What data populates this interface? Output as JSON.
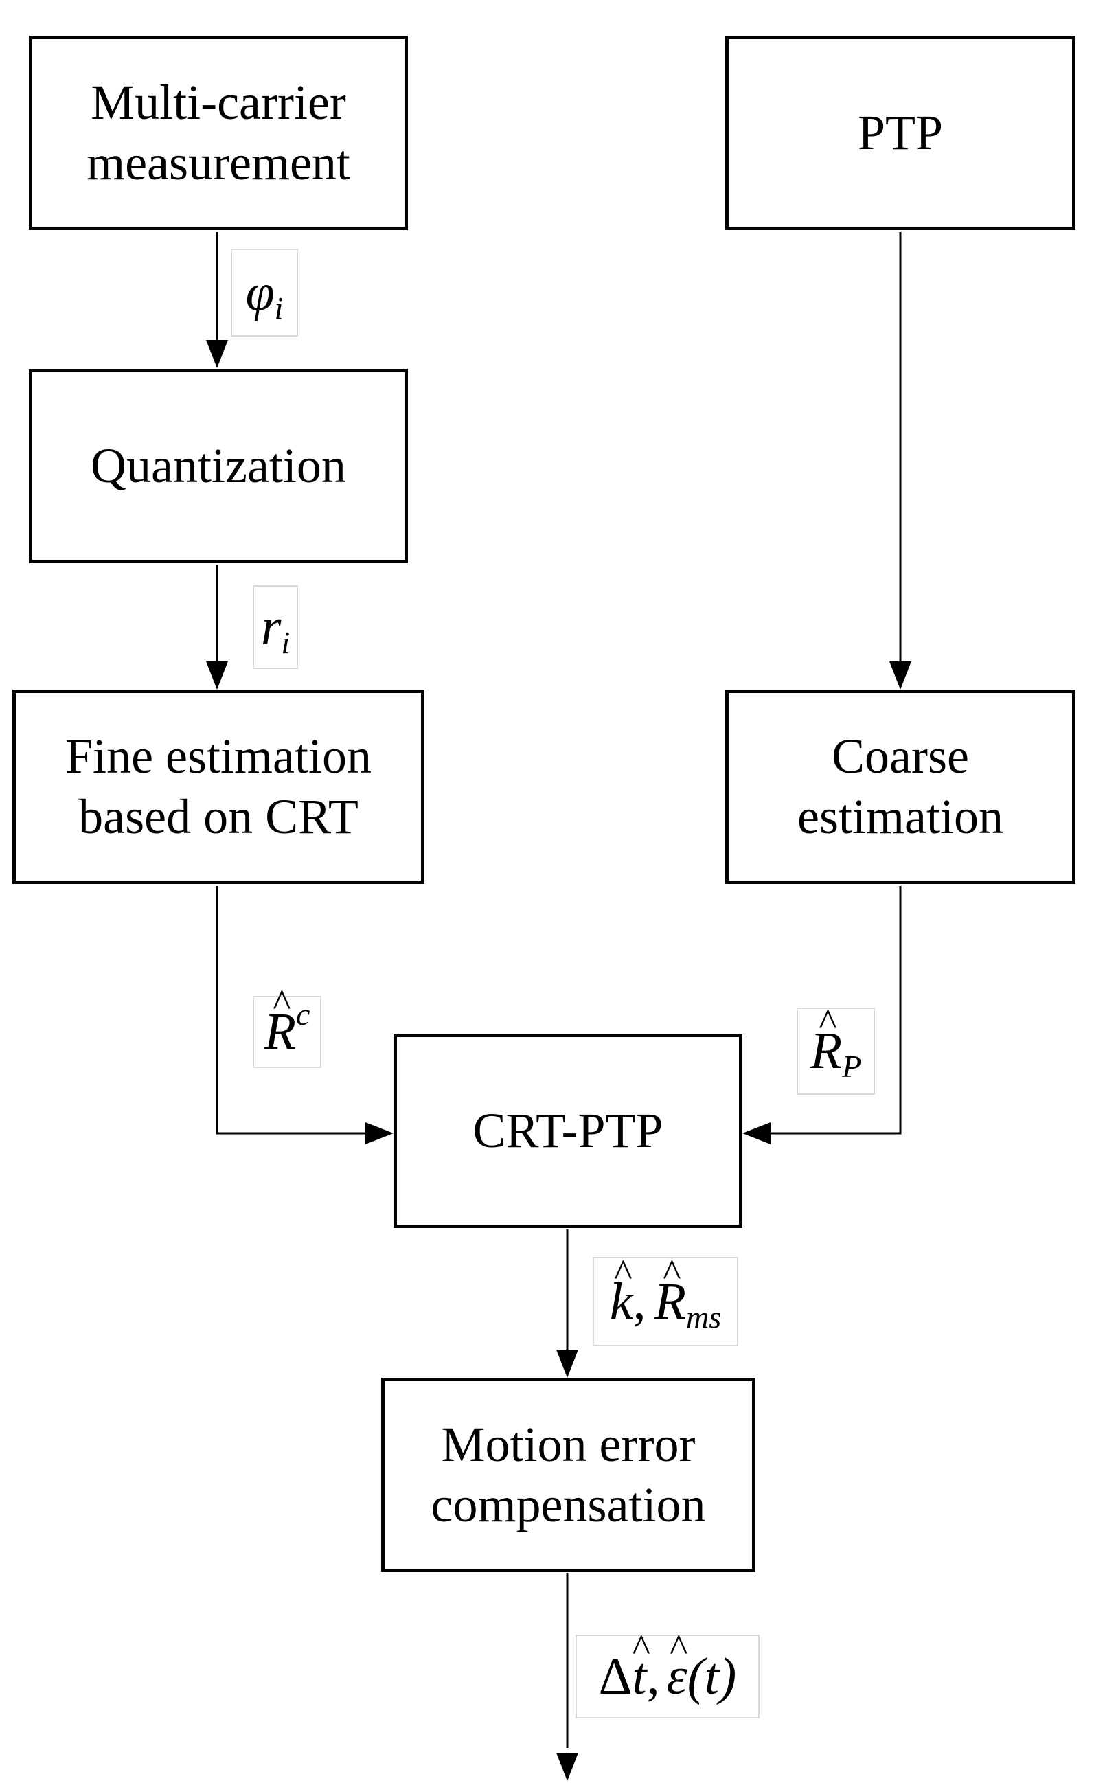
{
  "boxes": {
    "multi_carrier": "Multi-carrier\nmeasurement",
    "ptp": "PTP",
    "quantization": "Quantization",
    "fine_estimation": "Fine estimation\nbased on CRT",
    "coarse_estimation": "Coarse\nestimation",
    "crt_ptp": "CRT-PTP",
    "motion_error": "Motion error\ncompensation"
  },
  "labels": {
    "phi": {
      "base": "φ",
      "sub": "i"
    },
    "r": {
      "base": "r",
      "sub": "i"
    },
    "R_c": {
      "base": "R",
      "sup": "c"
    },
    "R_P": {
      "base": "R",
      "sub": "P"
    },
    "k_Rms": {
      "k": "k",
      "comma": ",",
      "R": "R",
      "sub": "ms"
    },
    "dt_eps": {
      "delta": "Δ",
      "t": "t",
      "comma": ",",
      "eps": "ε",
      "arg": "(t)"
    }
  }
}
